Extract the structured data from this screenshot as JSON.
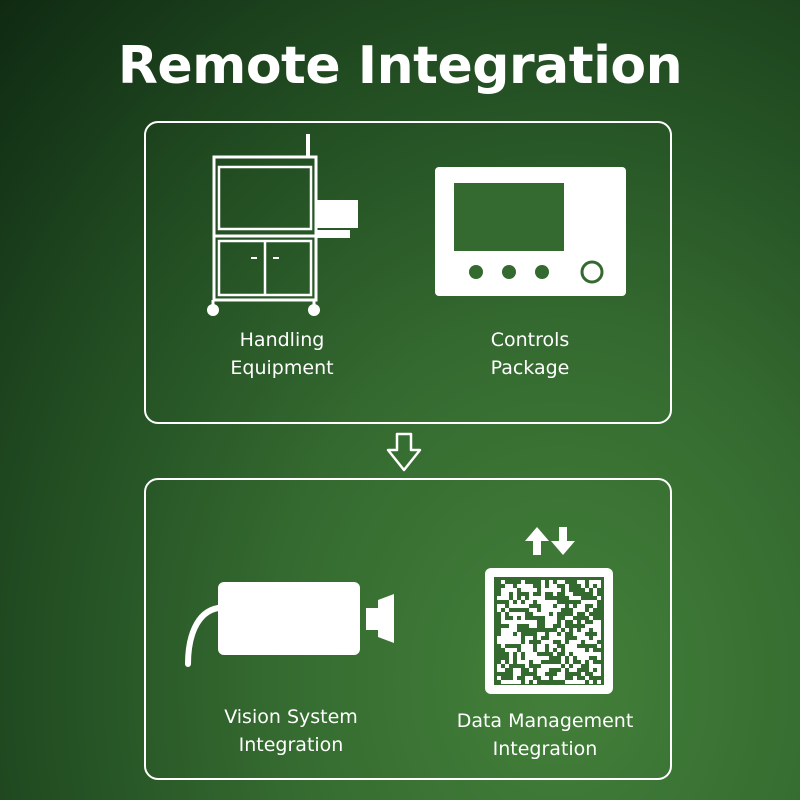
{
  "title": "Remote Integration",
  "top_panel": {
    "items": [
      {
        "icon": "handling-machine-icon",
        "label_line1": "Handling",
        "label_line2": "Equipment"
      },
      {
        "icon": "control-panel-icon",
        "label_line1": "Controls",
        "label_line2": "Package"
      }
    ]
  },
  "connector": {
    "icon": "arrow-down-outline-icon"
  },
  "bottom_panel": {
    "items": [
      {
        "icon": "camera-icon",
        "label_line1": "Vision System",
        "label_line2": "Integration"
      },
      {
        "icon": "qr-code-icon",
        "label_line1": "Data Management",
        "label_line2": "Integration"
      }
    ],
    "transfer_icon": "up-down-arrows-icon"
  },
  "colors": {
    "foreground": "#ffffff",
    "background_dark": "#0f2a12",
    "background_light": "#43803a"
  }
}
